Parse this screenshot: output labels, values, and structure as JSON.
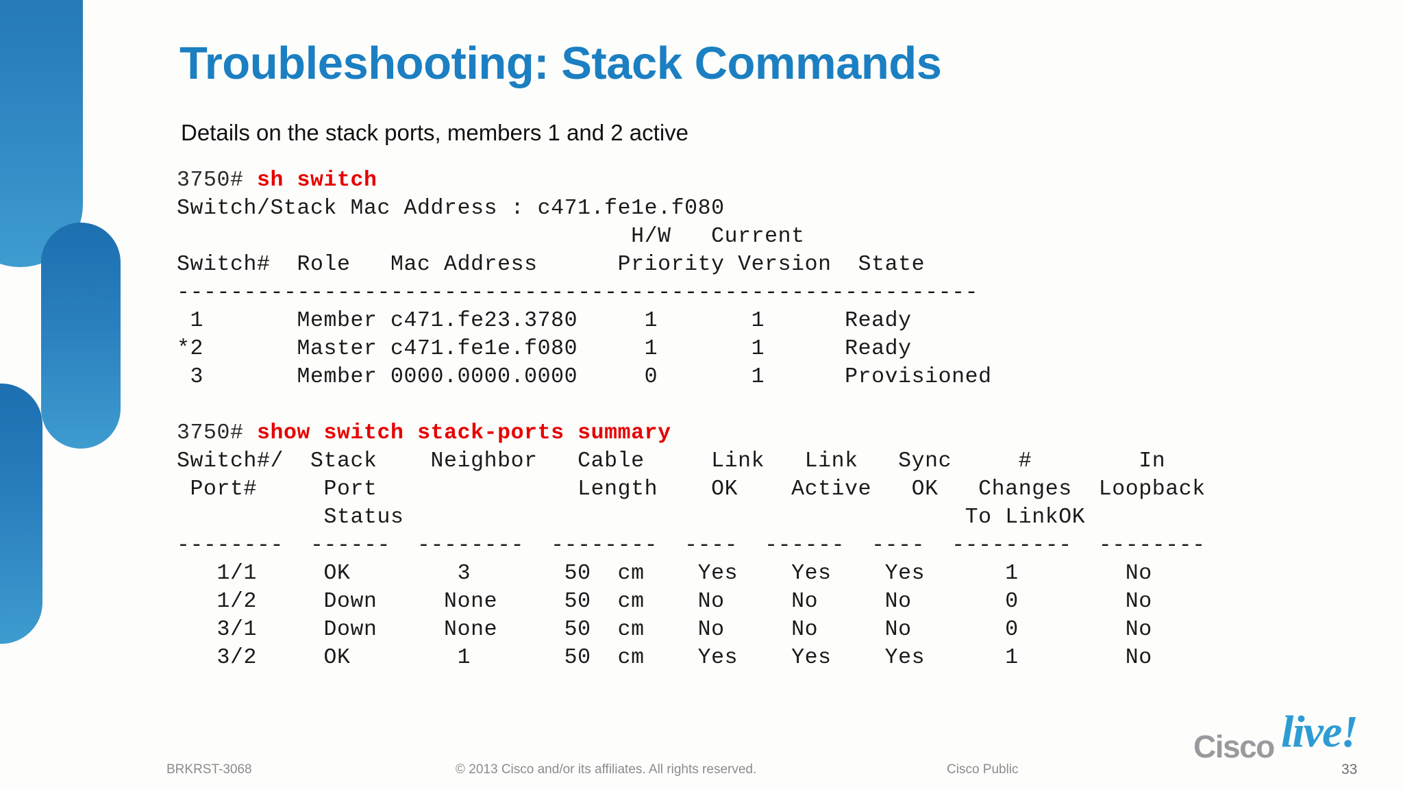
{
  "slide": {
    "title": "Troubleshooting: Stack Commands",
    "subtitle": "Details on the stack ports, members 1 and 2 active",
    "accent_color": "#1b7fc2",
    "command_color": "#e60000",
    "background_color": "#fdfdfb"
  },
  "terminal": {
    "block1": {
      "prompt": "3750# ",
      "command": "sh switch",
      "output": [
        "Switch/Stack Mac Address : c471.fe1e.f080",
        "                                  H/W   Current",
        "Switch#  Role   Mac Address      Priority Version  State",
        "------------------------------------------------------------",
        " 1       Member c471.fe23.3780     1       1      Ready",
        "*2       Master c471.fe1e.f080     1       1      Ready",
        " 3       Member 0000.0000.0000     0       1      Provisioned"
      ],
      "table": {
        "type": "table",
        "stack_mac_address": "c471.fe1e.f080",
        "columns": [
          "Switch#",
          "Role",
          "Mac Address",
          "Priority",
          "H/W Version",
          "Current State"
        ],
        "rows": [
          [
            "1",
            "Member",
            "c471.fe23.3780",
            "1",
            "1",
            "Ready"
          ],
          [
            "*2",
            "Master",
            "c471.fe1e.f080",
            "1",
            "1",
            "Ready"
          ],
          [
            "3",
            "Member",
            "0000.0000.0000",
            "0",
            "1",
            "Provisioned"
          ]
        ]
      }
    },
    "block2": {
      "prompt": "3750# ",
      "command": "show switch stack-ports summary",
      "output": [
        "Switch#/  Stack    Neighbor   Cable     Link   Link   Sync     #        In",
        " Port#     Port               Length    OK    Active   OK   Changes  Loopback",
        "           Status                                          To LinkOK",
        "--------  ------  --------  --------  ----  ------  ----  ---------  --------",
        "   1/1     OK        3       50  cm    Yes    Yes    Yes      1        No",
        "   1/2     Down     None     50  cm    No     No     No       0        No",
        "   3/1     Down     None     50  cm    No     No     No       0        No",
        "   3/2     OK        1       50  cm    Yes    Yes    Yes      1        No"
      ],
      "table": {
        "type": "table",
        "columns": [
          "Switch#/Port#",
          "Stack Port Status",
          "Neighbor",
          "Cable Length",
          "Link OK",
          "Link Active",
          "Sync OK",
          "# Changes To LinkOK",
          "In Loopback"
        ],
        "rows": [
          [
            "1/1",
            "OK",
            "3",
            "50 cm",
            "Yes",
            "Yes",
            "Yes",
            "1",
            "No"
          ],
          [
            "1/2",
            "Down",
            "None",
            "50 cm",
            "No",
            "No",
            "No",
            "0",
            "No"
          ],
          [
            "3/1",
            "Down",
            "None",
            "50 cm",
            "No",
            "No",
            "No",
            "0",
            "No"
          ],
          [
            "3/2",
            "OK",
            "1",
            "50 cm",
            "Yes",
            "Yes",
            "Yes",
            "1",
            "No"
          ]
        ]
      }
    }
  },
  "footer": {
    "deck_id": "BRKRST-3068",
    "copyright": "© 2013 Cisco and/or its affiliates. All rights reserved.",
    "classification": "Cisco Public",
    "page_number": "33"
  },
  "logo": {
    "cisco_text": "Cisco",
    "live_text": "live!"
  }
}
